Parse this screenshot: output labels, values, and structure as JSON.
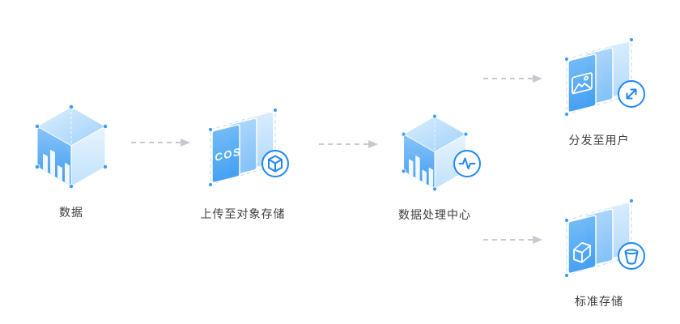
{
  "page": {
    "background": "#FFFFFF"
  },
  "diagram": {
    "nodes": [
      {
        "id": "data",
        "label": "数据",
        "icon": "data-cube-icon"
      },
      {
        "id": "upload-cos",
        "label": "上传至对象存储",
        "icon": "cos-layers-icon",
        "icon_text": "COS",
        "badge": "cube-badge-icon"
      },
      {
        "id": "processing",
        "label": "数据处理中心",
        "icon": "processing-cube-icon",
        "badge": "pulse-badge-icon"
      },
      {
        "id": "distribute",
        "label": "分发至用户",
        "icon": "media-layers-icon",
        "badge": "expand-badge-icon"
      },
      {
        "id": "standard",
        "label": "标准存储",
        "icon": "storage-layers-icon",
        "badge": "bucket-badge-icon"
      }
    ],
    "connectors": [
      {
        "from": "data",
        "to": "upload-cos",
        "style": "dashed-arrow"
      },
      {
        "from": "upload-cos",
        "to": "processing",
        "style": "dashed-arrow"
      },
      {
        "from": "processing",
        "to": "distribute",
        "style": "dashed-arrow"
      },
      {
        "from": "processing",
        "to": "standard",
        "style": "dashed-arrow"
      }
    ],
    "colors": {
      "primary_blue": "#1E87F0",
      "icon_blue_dark": "#3D9BF2",
      "icon_blue_light": "#BFE1FC",
      "arrow_gray": "#C6CAD0",
      "label_text": "#3D3D3D"
    }
  }
}
